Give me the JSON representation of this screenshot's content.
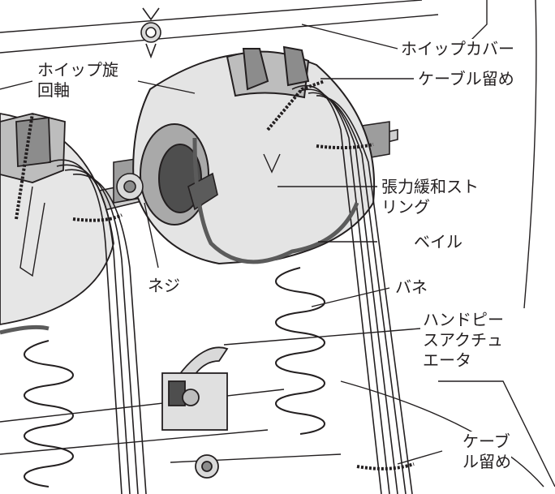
{
  "callouts": {
    "whip_cover": "ホイップカバー",
    "cable_tie_top": "ケーブル留め",
    "whip_pivot": "ホイップ旋\n回軸",
    "strain_relief_string": "張力緩和スト\nリング",
    "bail": "ベイル",
    "screw": "ネジ",
    "spring": "バネ",
    "handpiece_actuator": "ハンドピー\nスアクチュ\nエータ",
    "cable_tie_bottom": "ケーブ\nル留め"
  },
  "colors": {
    "line": "#231f20",
    "shade_light": "#e6e6e6",
    "shade_mid": "#bdbdbd",
    "shade_dark": "#8c8c8c",
    "background": "#ffffff"
  }
}
